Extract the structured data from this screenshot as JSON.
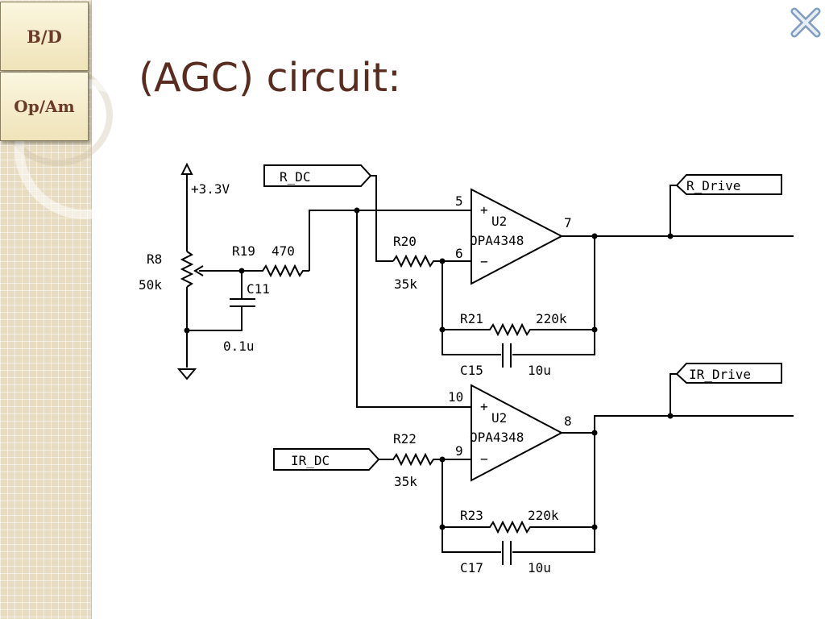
{
  "slide": {
    "title": "(AGC) circuit:"
  },
  "nav": [
    {
      "label": "B/D"
    },
    {
      "label": "Op/Am"
    }
  ],
  "icons": {
    "close": "close-x-icon"
  },
  "colors": {
    "title": "#5a2c20",
    "sidebar": "#e7dcbf",
    "nav_text": "#6b3b2a",
    "close_icon": "#8fa9c9"
  },
  "schematic": {
    "supply": "+3.3V",
    "r8": {
      "ref": "R8",
      "value": "50k"
    },
    "r19": {
      "ref": "R19",
      "value": "470"
    },
    "c11": {
      "ref": "C11",
      "value": "0.1u"
    },
    "r_dc": "R_DC",
    "ir_dc": "IR_DC",
    "r_drive": "R_Drive",
    "ir_drive": "IR_Drive",
    "opamp_top": {
      "ref": "U2",
      "part": "OPA4348",
      "pin_plus": "5",
      "pin_minus": "6",
      "pin_out": "7"
    },
    "opamp_bot": {
      "ref": "U2",
      "part": "OPA4348",
      "pin_plus": "10",
      "pin_minus": "9",
      "pin_out": "8"
    },
    "r20": {
      "ref": "R20",
      "value": "35k"
    },
    "r21": {
      "ref": "R21",
      "value": "220k"
    },
    "c15": {
      "ref": "C15",
      "value": "10u"
    },
    "r22": {
      "ref": "R22",
      "value": "35k"
    },
    "r23": {
      "ref": "R23",
      "value": "220k"
    },
    "c17": {
      "ref": "C17",
      "value": "10u"
    },
    "plus_sign": "+",
    "minus_sign": "−"
  }
}
